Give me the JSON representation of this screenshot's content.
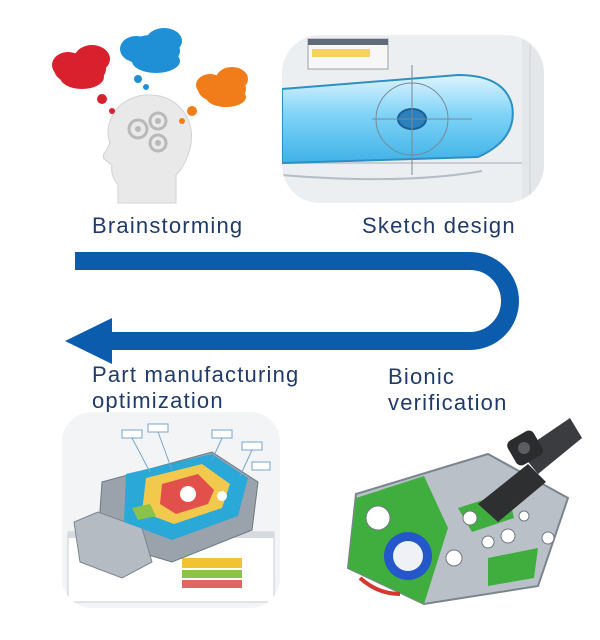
{
  "steps": {
    "brainstorming": "Brainstorming",
    "sketch_design": "Sketch design",
    "part_manufacturing_line1": "Part manufacturing",
    "part_manufacturing_line2": "optimization",
    "bionic_line1": "Bionic",
    "bionic_line2": "verification"
  },
  "colors": {
    "arrow": "#0c5cae",
    "label": "#1f3a6b",
    "cloud_red": "#d9212e",
    "cloud_blue": "#1f8fd6",
    "cloud_orange": "#f07d1a"
  },
  "icons": {
    "brainstorm": "head-with-gears-and-thought-clouds-icon",
    "sketch": "cad-sketch-screenshot",
    "manufacturing": "casting-simulation-render",
    "bionic": "robot-arm-part-render"
  }
}
